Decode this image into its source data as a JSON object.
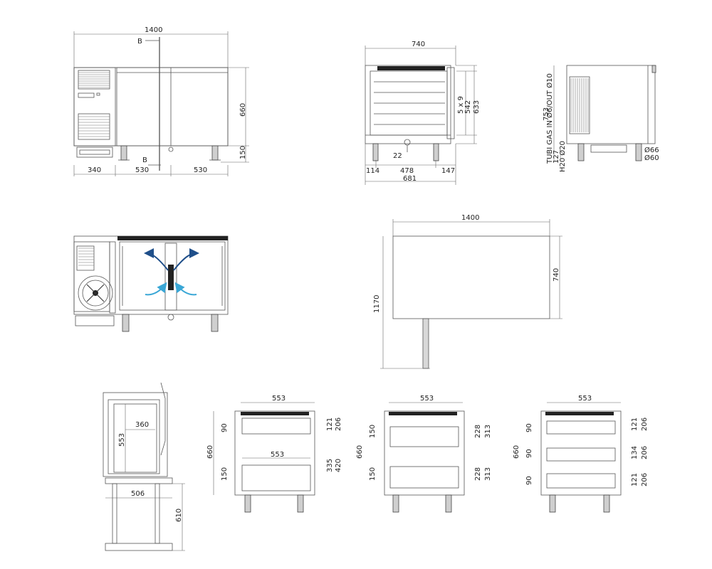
{
  "front_view": {
    "width": "1400",
    "section_marker_top": "B",
    "section_marker_bottom": "B",
    "height_body": "660",
    "height_feet": "150",
    "seg_left": "340",
    "seg_mid": "530",
    "seg_right": "530"
  },
  "side_section": {
    "depth": "740",
    "shelves": "5 x 9",
    "h_inner": "542",
    "h_total": "633",
    "drain": "22",
    "bottom_left": "114",
    "bottom_mid": "478",
    "bottom_right": "147",
    "bottom_total": "681"
  },
  "side_view": {
    "height": "753",
    "gas_label": "TUBI GAS IN Ø6/OUT Ø10",
    "d1": "127",
    "d2": "H20 Ø20",
    "pipe1": "Ø66",
    "pipe2": "Ø60"
  },
  "top_view": {
    "width": "1400",
    "depth": "740",
    "overall": "1170"
  },
  "drawer_section": {
    "inner_w": "360",
    "inner_h": "553",
    "drawer_w": "506",
    "open": "610"
  },
  "drawer_front_a": {
    "top": "553",
    "mid": "553",
    "h_total": "660",
    "l_top": "90",
    "l_bottom": "150",
    "r1": "121",
    "r2": "206",
    "r3": "335",
    "r4": "420"
  },
  "drawer_front_b": {
    "top": "553",
    "h_total": "660",
    "l_top": "150",
    "l_bottom": "150",
    "r1": "228",
    "r2": "313",
    "r3": "228",
    "r4": "313"
  },
  "drawer_front_c": {
    "top": "553",
    "h_total": "660",
    "l1": "90",
    "l2": "90",
    "l3": "90",
    "r1": "121",
    "r2": "206",
    "r3": "134",
    "r4": "206",
    "r5": "121",
    "r6": "206"
  },
  "colors": {
    "airflow_blue": "#3aa7d6",
    "airflow_navy": "#1f4f8a"
  }
}
